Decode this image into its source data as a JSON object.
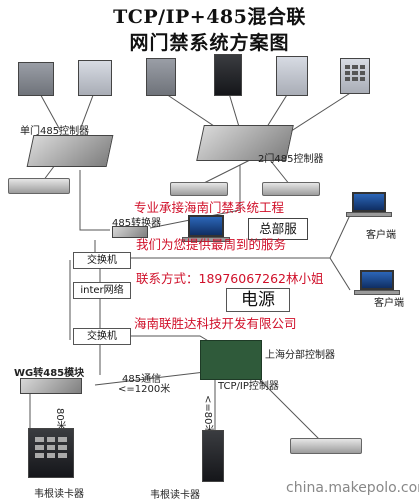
{
  "title": {
    "line1": "TCP/IP+485混合联",
    "line2": "网门禁系统方案图"
  },
  "labels": {
    "single_door_controller": "单门485控制器",
    "two_door_controller": "2门485控制器",
    "converter_485": "485转换器",
    "switch_1": "交换机",
    "inter_network": "inter网络",
    "switch_2": "交换机",
    "power": "电源",
    "emergency": "总部服",
    "client_1": "客户端",
    "client_2": "客户端",
    "shanghai_controller": "上海分部控制器",
    "wg_module": "WG转485模块",
    "comm_485": "485通信",
    "comm_485_distance": "<=1200米",
    "distance_80_left": "80米",
    "distance_80_right": "<=80米",
    "tcpip_controller": "TCP/IP控制器",
    "wiegand_reader_left": "韦根读卡器",
    "wiegand_reader_right": "韦根读卡器"
  },
  "ad_text": {
    "line1": "专业承接海南门禁系统工程",
    "line2": "我们为您提供最周到的服务",
    "contact": "联系方式：18976067262林小姐",
    "company": "海南联胜达科技开发有限公司"
  },
  "icons": [
    "card-reader-icon",
    "keypad-reader-icon",
    "electric-lock-icon",
    "controller-box-icon",
    "laptop-icon",
    "circuit-board-icon"
  ],
  "watermark": "china.makepolo.com"
}
